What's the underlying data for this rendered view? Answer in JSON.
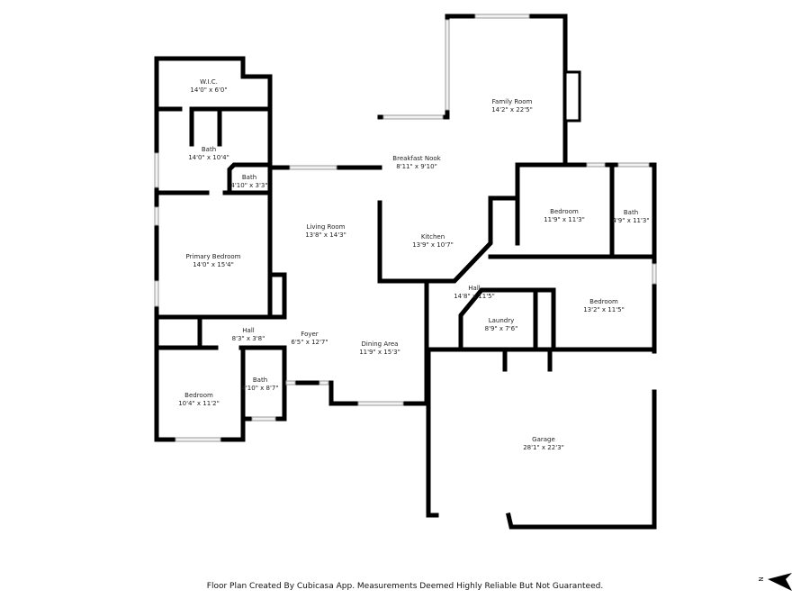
{
  "rooms": {
    "wic": {
      "name": "W.I.C.",
      "dims": "14'0\" x 6'0\""
    },
    "primary_bath": {
      "name": "Bath",
      "dims": "14'0\" x 10'4\""
    },
    "small_bath": {
      "name": "Bath",
      "dims": "4'10\" x 3'3\""
    },
    "primary_bedroom": {
      "name": "Primary Bedroom",
      "dims": "14'0\" x 15'4\""
    },
    "hall_left": {
      "name": "Hall",
      "dims": "8'3\" x 3'8\""
    },
    "bedroom_left": {
      "name": "Bedroom",
      "dims": "10'4\" x 11'2\""
    },
    "bath_left": {
      "name": "Bath",
      "dims": "4'10\" x 8'7\""
    },
    "living_room": {
      "name": "Living Room",
      "dims": "13'8\" x 14'3\""
    },
    "foyer": {
      "name": "Foyer",
      "dims": "6'5\" x 12'7\""
    },
    "dining_area": {
      "name": "Dining Area",
      "dims": "11'9\" x 15'3\""
    },
    "breakfast_nook": {
      "name": "Breakfast Nook",
      "dims": "8'11\" x 9'10\""
    },
    "kitchen": {
      "name": "Kitchen",
      "dims": "13'9\" x 10'7\""
    },
    "family_room": {
      "name": "Family Room",
      "dims": "14'2\" x 22'5\""
    },
    "bedroom_ne": {
      "name": "Bedroom",
      "dims": "11'9\" x 11'3\""
    },
    "bath_ne": {
      "name": "Bath",
      "dims": "4'9\" x 11'3\""
    },
    "hall_right": {
      "name": "Hall",
      "dims": "14'8\" x 11'5\""
    },
    "laundry": {
      "name": "Laundry",
      "dims": "8'9\" x 7'6\""
    },
    "bedroom_e": {
      "name": "Bedroom",
      "dims": "13'2\" x 11'5\""
    },
    "garage": {
      "name": "Garage",
      "dims": "28'1\" x 22'3\""
    }
  },
  "footer": "Floor Plan Created By Cubicasa App. Measurements Deemed Highly Reliable But Not Guaranteed.",
  "compass": {
    "label": "N",
    "icon": "north-arrow-icon"
  }
}
